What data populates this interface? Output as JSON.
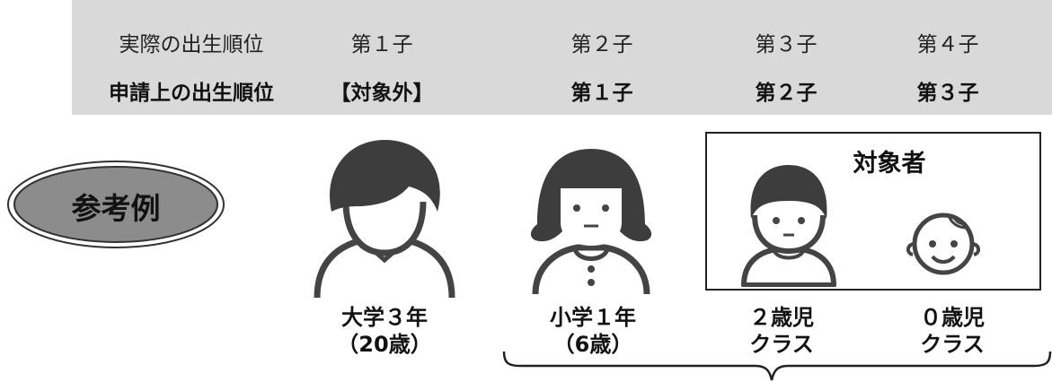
{
  "header": {
    "actual_row_label": "実際の出生順位",
    "applied_row_label": "申請上の出生順位",
    "actual_orders": [
      "第１子",
      "第２子",
      "第３子",
      "第４子"
    ],
    "applied_orders": [
      "【対象外】",
      "第１子",
      "第２子",
      "第３子"
    ]
  },
  "example_label": "参考例",
  "target_label": "対象者",
  "children": [
    {
      "icon": "young-man-icon",
      "line1": "大学３年",
      "line2": "（20歳）"
    },
    {
      "icon": "girl-icon",
      "line1": "小学１年",
      "line2": "（6歳）"
    },
    {
      "icon": "toddler-icon",
      "line1": "２歳児",
      "line2": "クラス"
    },
    {
      "icon": "baby-icon",
      "line1": "０歳児",
      "line2": "クラス"
    }
  ],
  "colors": {
    "band": "#d9d9d9",
    "outline": "#444444",
    "oval": "#8c8c8c"
  }
}
